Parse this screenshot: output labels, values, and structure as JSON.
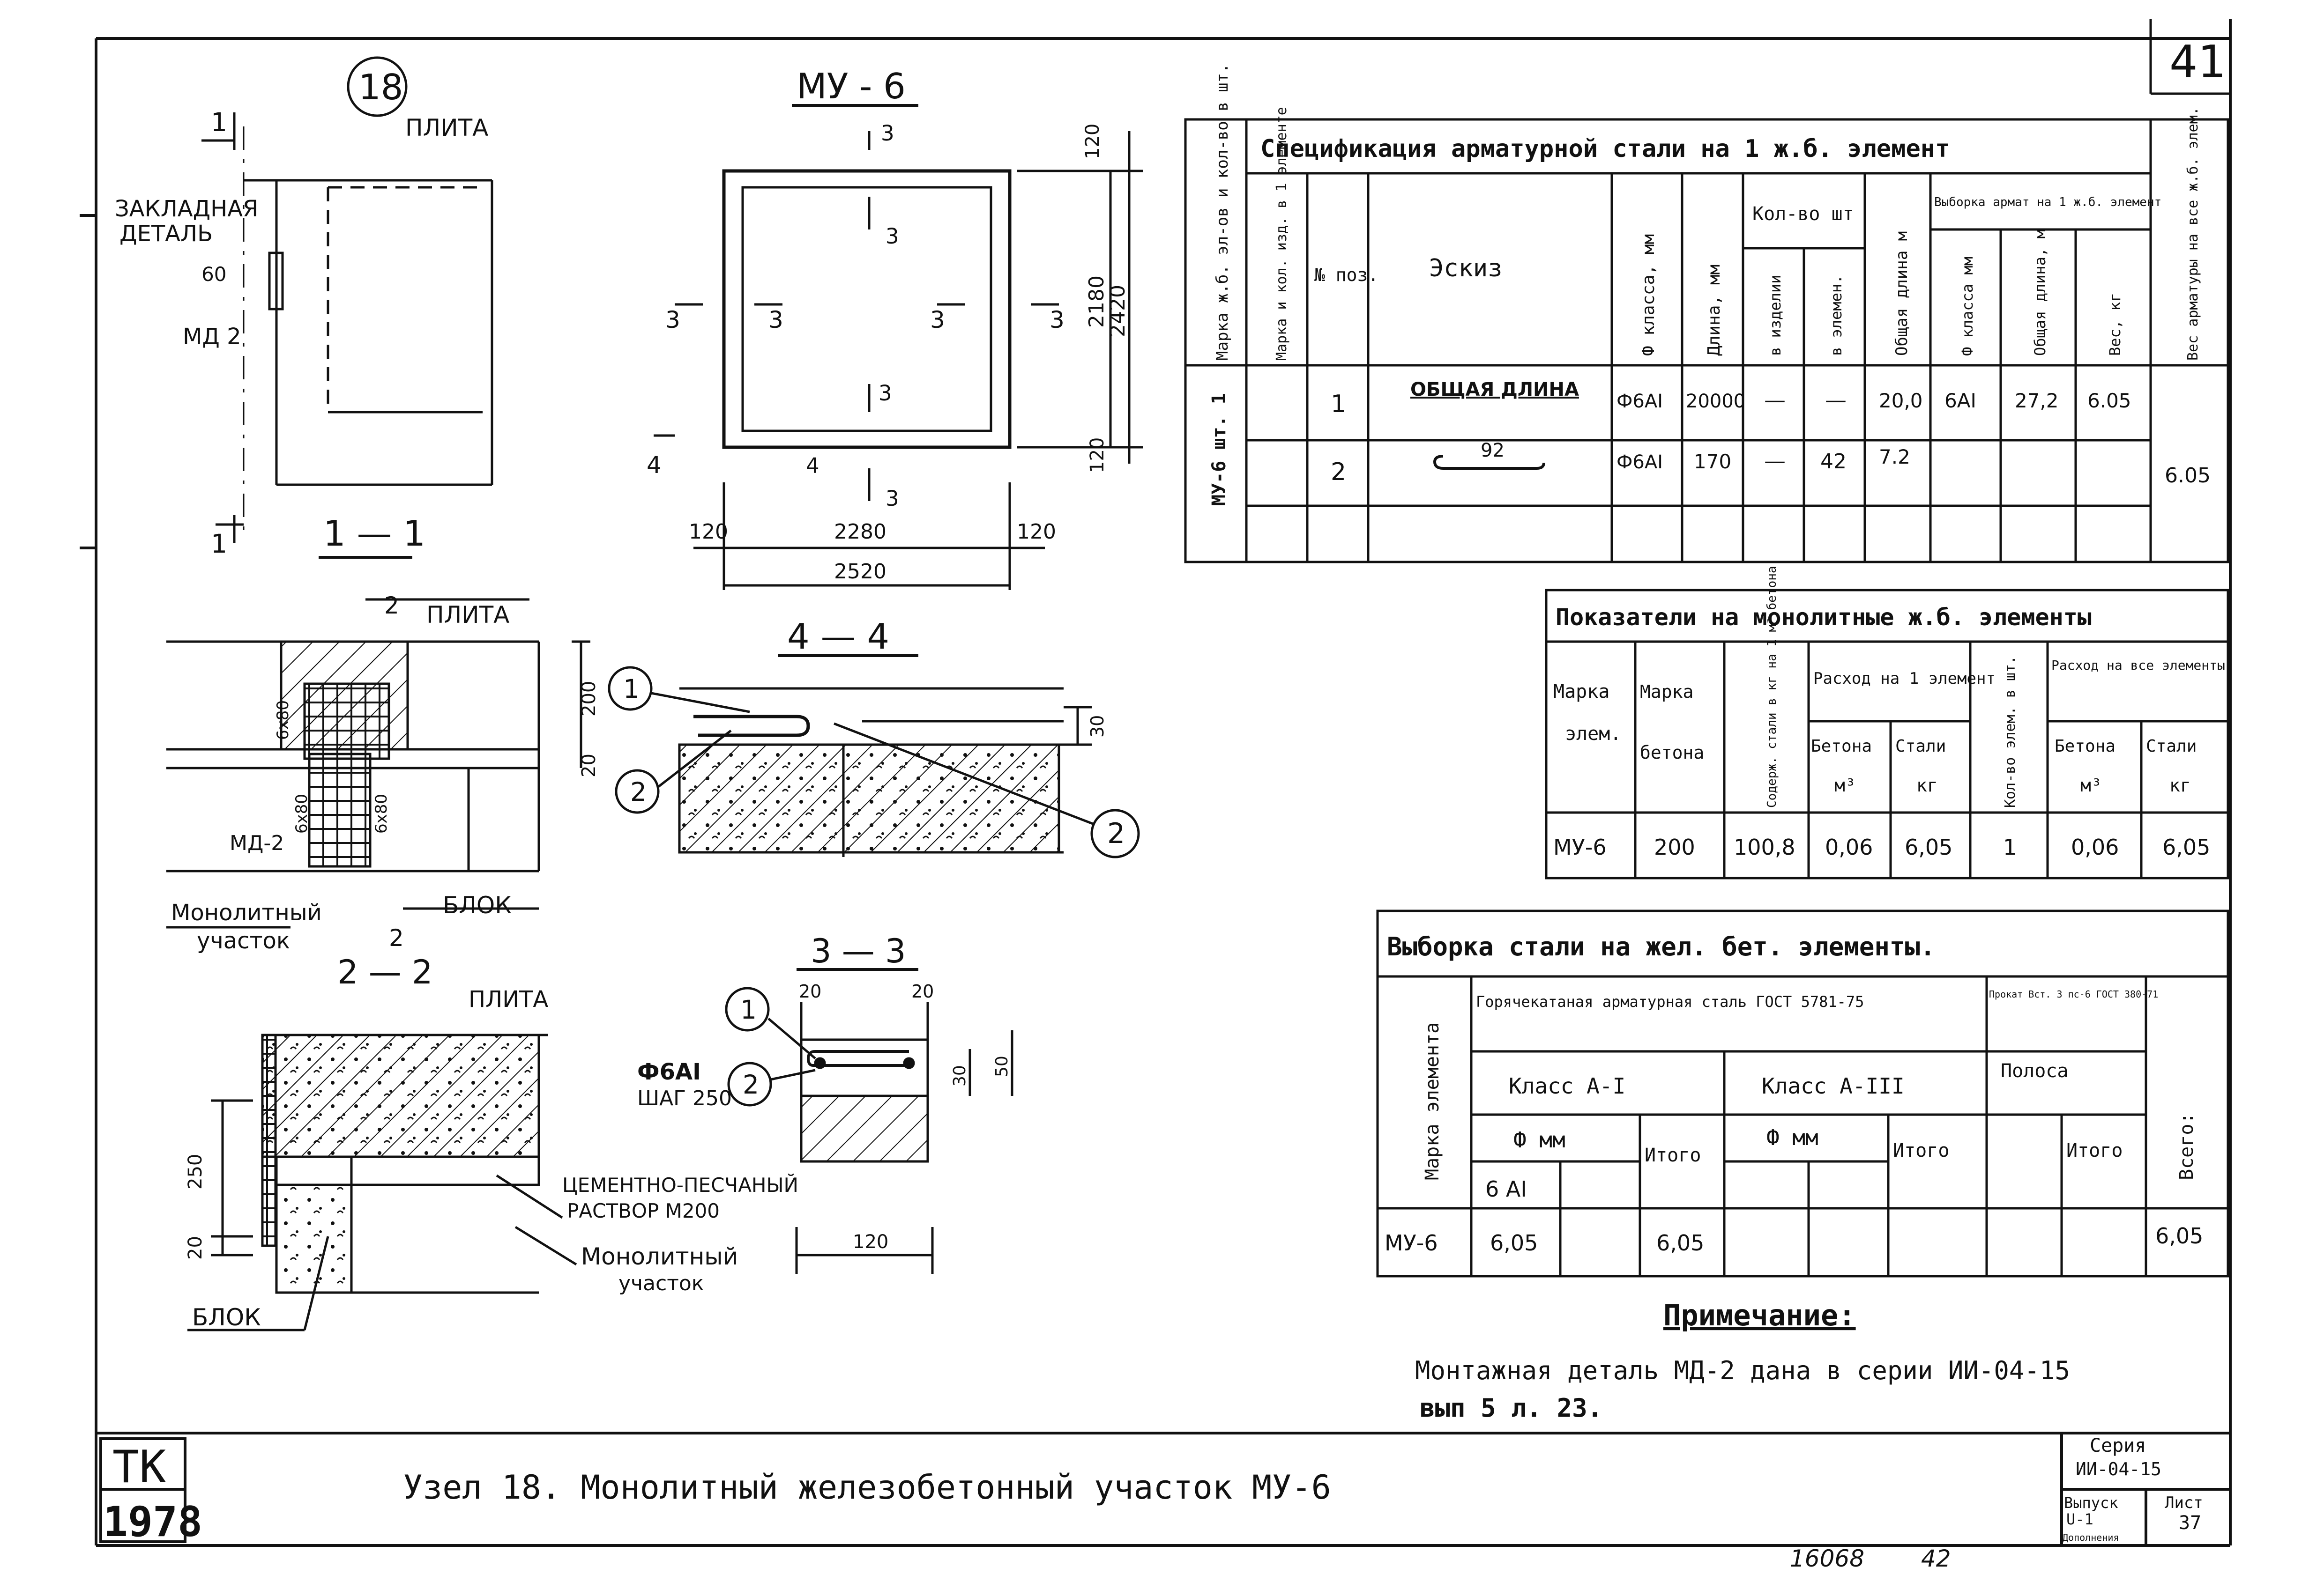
{
  "sheet": {
    "sheet_number_top": "41",
    "node_number": "18",
    "stamp_line1": "TK",
    "stamp_line2": "1978",
    "title": "Узел 18. Монолитный железобетонный участок МУ-6",
    "series_label": "Серия",
    "series_value": "ИИ-04-15",
    "issue_label": "Выпуск",
    "issue_value": "U-1",
    "issue_sub": "Дополнения",
    "sheet_label": "Лист",
    "sheet_value": "37",
    "bottom_numbers": [
      "16068",
      "42"
    ]
  },
  "drawings": {
    "view_1_1": {
      "title": "1 — 1",
      "label_plate": "ПЛИТА",
      "label_embedded_1": "ЗАКЛАДНАЯ",
      "label_embedded_2": "ДЕТАЛЬ",
      "label_md2": "МД 2",
      "dim_60": "60",
      "cut_mark_1": "1",
      "cut_mark_1b": "1"
    },
    "plan_mu6": {
      "title": "МУ - 6",
      "dims": [
        "120",
        "2180",
        "2420",
        "120",
        "120",
        "2280",
        "120",
        "2520"
      ],
      "cut_labels": [
        "3",
        "3",
        "3",
        "3",
        "3",
        "3",
        "3",
        "4",
        "4",
        "3"
      ]
    },
    "view_2_2": {
      "title": "2 — 2",
      "label_plate_top": "ПЛИТА",
      "label_plate": "ПЛИТА",
      "label_block": "БЛОК",
      "label_md2": "МД-2",
      "label_mono_1": "Монолитный",
      "label_mono_2": "участок",
      "dims": [
        "200",
        "20",
        "6х80",
        "6х80",
        "6х80"
      ],
      "cut_mark": "2",
      "cut_mark_b": "2"
    },
    "view_2_2_lower": {
      "label_plate": "ПЛИТА",
      "label_mortar_1": "ЦЕМЕНТНО-ПЕСЧАНЫЙ",
      "label_mortar_2": "РАСТВОР М200",
      "label_mono_1": "Монолитный",
      "label_mono_2": "участок",
      "label_block": "БЛОК",
      "dims": [
        "250",
        "20"
      ]
    },
    "view_4_4": {
      "title": "4 — 4",
      "callouts": [
        "1",
        "2",
        "2"
      ],
      "dims": [
        "30"
      ]
    },
    "view_3_3": {
      "title": "3 — 3",
      "callouts": [
        "1",
        "2"
      ],
      "dims": [
        "20",
        "20",
        "30",
        "50",
        "120"
      ],
      "rebar_label_1": "Ф6АI",
      "rebar_label_2": "ШАГ 250"
    }
  },
  "spec_table": {
    "title": "Спецификация арматурной стали на 1 ж.б. элемент",
    "col_mark": "Марка ж.б. эл-ов и кол-во в шт.",
    "col_mark_qty": "Марка и кол. изд. в 1 элементе",
    "col_pos": "№ поз.",
    "col_sketch": "Эскиз",
    "col_class": "Ф класса, мм",
    "col_length": "Длина, мм",
    "col_qty": "Кол-во шт",
    "col_qty_item": "в изделии",
    "col_qty_elem": "в элемен.",
    "col_total_len": "Общая длина м",
    "col_sel": "Выборка армат на 1 ж.б. элемент",
    "col_sel_class": "Ф класса мм",
    "col_sel_len": "Общая длина, м",
    "col_sel_weight": "Вес, кг",
    "col_weight_all": "Вес арматуры на все ж.б. элем.",
    "mark_value": "МУ-6 шт. 1",
    "rows": [
      {
        "pos": "1",
        "sketch": "ОБЩАЯ ДЛИНА",
        "cls": "Ф6АI",
        "len": "20000",
        "qty_item": "—",
        "qty_elem": "—",
        "total": "20,0",
        "sel_cls": "6АI",
        "sel_len": "27,2",
        "sel_w": "6.05"
      },
      {
        "pos": "2",
        "sketch": "92",
        "cls": "Ф6АI",
        "len": "170",
        "qty_item": "—",
        "qty_elem": "42",
        "total": "7.2",
        "sel_cls": "",
        "sel_len": "",
        "sel_w": ""
      }
    ],
    "weight_all": "6.05"
  },
  "indicators_table": {
    "title": "Показатели на монолитные ж.б. элементы",
    "col_mark_1": "Марка",
    "col_mark_2": "элем.",
    "col_grade_1": "Марка",
    "col_grade_2": "бетона",
    "col_steel_content": "Содерж. стали в кг на 1 м³ бетона",
    "col_per_one": "Расход на 1 элемент",
    "col_concrete": "Бетона",
    "col_concrete_u": "м³",
    "col_steel": "Стали",
    "col_steel_u": "кг",
    "col_count": "Кол-во элем. в шт.",
    "col_per_all": "Расход на все элементы",
    "row": {
      "mark": "МУ-6",
      "grade": "200",
      "content": "100,8",
      "conc1": "0,06",
      "steel1": "6,05",
      "count": "1",
      "conc_all": "0,06",
      "steel_all": "6,05"
    }
  },
  "selection_table": {
    "title": "Выборка стали на жел. бет. элементы.",
    "col_mark": "Марка элемента",
    "col_hot": "Горячекатаная арматурная сталь ГОСТ 5781-75",
    "col_rolled": "Прокат Вст. 3 пс-6 ГОСТ 380-71",
    "col_class1": "Класс А-I",
    "col_class3": "Класс А-III",
    "col_strip": "Полоса",
    "col_phi": "Ф мм",
    "col_phi2": "Ф мм",
    "col_itogo1": "Итого",
    "col_itogo2": "Итого",
    "col_itogo3": "Итого",
    "col_total": "Всего:",
    "col_6ai": "6 АI",
    "row": {
      "mark": "МУ-6",
      "v6ai": "6,05",
      "itogo1": "6,05",
      "total": "6,05"
    }
  },
  "note": {
    "title": "Примечание:",
    "line1": "Монтажная деталь МД-2 дана в серии ИИ-04-15",
    "line2": "вып 5  л. 23."
  }
}
